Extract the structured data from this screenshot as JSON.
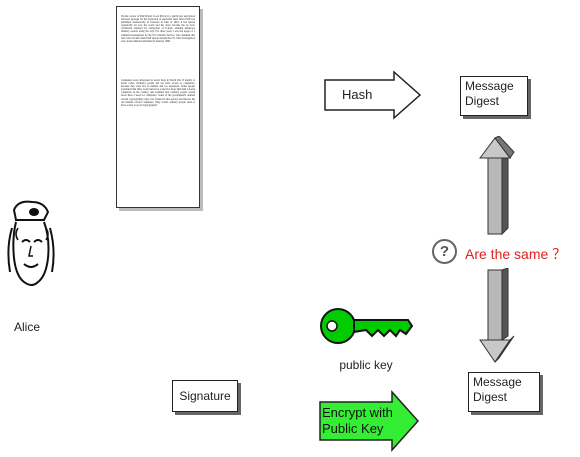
{
  "document": {
    "paragraph_1": "I'm the creator of PGP (Pretty Good Privacy), a public key encryption software package for the protection of electronic mail. Since PGP was published domestically as freeware in June of 1991, it has spread organically all over the world and has since become the de facto worldwide standard for encryption of E-mail, winning numerous industry awards along the way. For three years I was the target of a criminal investigation by the US Customs Service, who assumed that laws were broken when PGP spread outside the US. That investigation was closed without indictment in January 1996.",
    "paragraph_2": "Computers were developed in secret back in World War II mainly to break codes. Ordinary people did not have access to computers, because they were few in number and too expensive. Some people postulated that there would never be a need for more than half a dozen computers in the country, and assumed that ordinary people would never have a need for computers. Some of the government's attitude toward cryptography today was formed in that period, and mirrors the old attitude toward computers. Why would ordinary people need to have access to good cryptography?"
  },
  "hash_arrow": {
    "label": "Hash"
  },
  "message_digest_top": {
    "line1": "Message",
    "line2": "Digest"
  },
  "message_digest_bottom": {
    "line1": "Message",
    "line2": "Digest"
  },
  "comparison": {
    "icon": "question-circle-icon",
    "text": "Are the same ？"
  },
  "alice": {
    "label": "Alice",
    "icon": "alice-figure-icon"
  },
  "key": {
    "label": "public key",
    "icon": "key-icon",
    "color": "#00cc00"
  },
  "signature": {
    "label": "Signature"
  },
  "encrypt_arrow": {
    "line1": "Encrypt with",
    "line2": "Public Key",
    "color": "#33ee33"
  }
}
